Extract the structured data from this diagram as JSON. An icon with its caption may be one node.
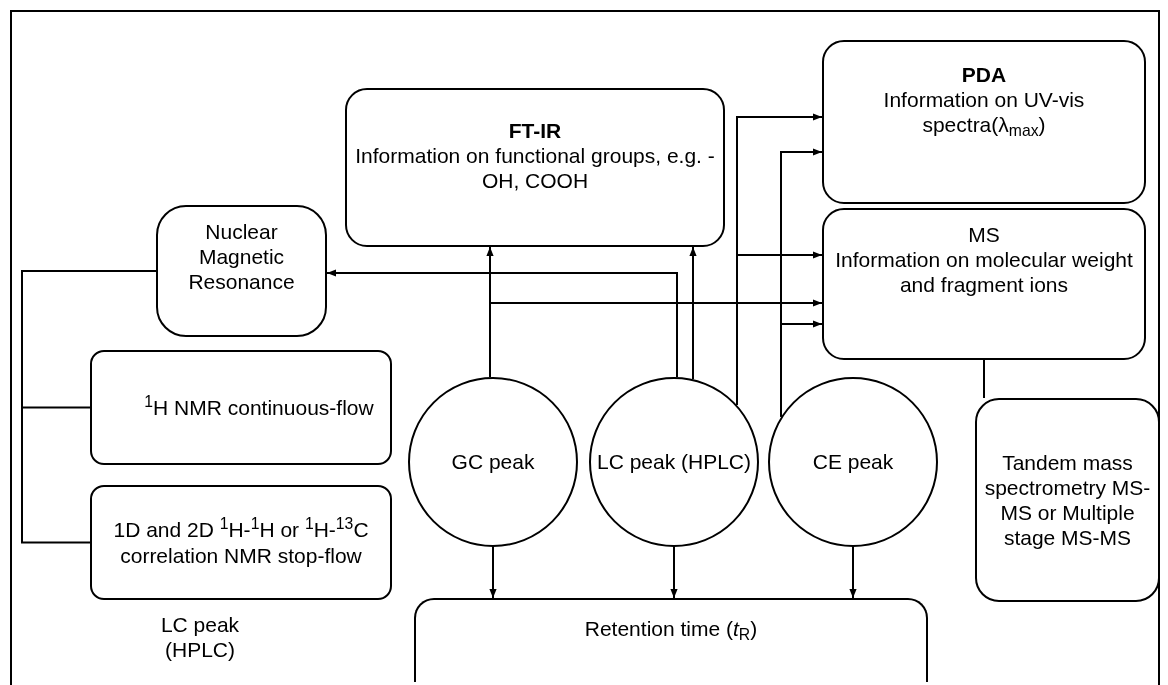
{
  "diagram": {
    "nodes": [
      {
        "text": [
          "FT-IR",
          "Information on functional groups, e.g. -OH, COOH"
        ]
      },
      {
        "text": [
          "PDA",
          "Information on UV-vis spectra(λ$_{max}$)"
        ]
      },
      {
        "text": [
          "Nuclear Magnetic Resonance"
        ]
      },
      {
        "text": [
          "MS",
          "Information on molecular weight and fragment ions"
        ]
      },
      {
        "text": [
          "$^{1}$H NMR continuous-flow"
        ]
      },
      {
        "text": [
          "1D and 2D $^{1}$H-$^{1}$H or $^{1}$H-$^{13}$C correlation NMR stop-flow"
        ]
      },
      {
        "text": [
          "GC peak"
        ]
      },
      {
        "text": [
          "LC peak (HPLC)"
        ]
      },
      {
        "text": [
          "CE peak"
        ]
      },
      {
        "text": [
          "Tandem mass spectrometry MS-MS or Multiple stage MS-MS"
        ]
      },
      {
        "text": [
          "Retention time (*t*$_{R}$)"
        ]
      }
    ],
    "edges": [
      {
        "from": 6,
        "to": 0,
        "arrow": "to"
      },
      {
        "from": 6,
        "to": 3,
        "arrow": "to"
      },
      {
        "from": 7,
        "to": 2,
        "arrow": "to"
      },
      {
        "from": 7,
        "to": 0,
        "arrow": "to"
      },
      {
        "from": 7,
        "to": 1,
        "arrow": "to"
      },
      {
        "from": 7,
        "to": 3,
        "arrow": "to"
      },
      {
        "from": 8,
        "to": 1,
        "arrow": "to"
      },
      {
        "from": 8,
        "to": 3,
        "arrow": "to"
      },
      {
        "from": 6,
        "to": 10,
        "arrow": "to"
      },
      {
        "from": 7,
        "to": 10,
        "arrow": "to"
      },
      {
        "from": 8,
        "to": 10,
        "arrow": "to"
      },
      {
        "from": 3,
        "to": 9,
        "arrow": "none"
      },
      {
        "from": 2,
        "to": 4,
        "arrow": "none"
      },
      {
        "from": 2,
        "to": 5,
        "arrow": "none"
      }
    ],
    "labels": [
      "LC peak (HPLC)"
    ]
  }
}
